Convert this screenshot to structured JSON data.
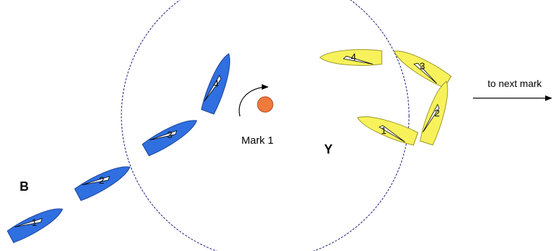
{
  "labels": {
    "blue_team": "B",
    "yellow_team": "Y",
    "mark": "Mark 1",
    "next_mark": "to next mark"
  },
  "boat_numbers": {
    "b1": "1",
    "b2": "2",
    "b3": "3",
    "b4": "4",
    "y1": "1",
    "y2": "2",
    "y3": "3",
    "y4": "4"
  },
  "colors": {
    "blue_hull": "#2f6fe0",
    "yellow_hull": "#f7f25c",
    "mark": "#f07a3c",
    "zone_circle": "#1a1a80"
  }
}
